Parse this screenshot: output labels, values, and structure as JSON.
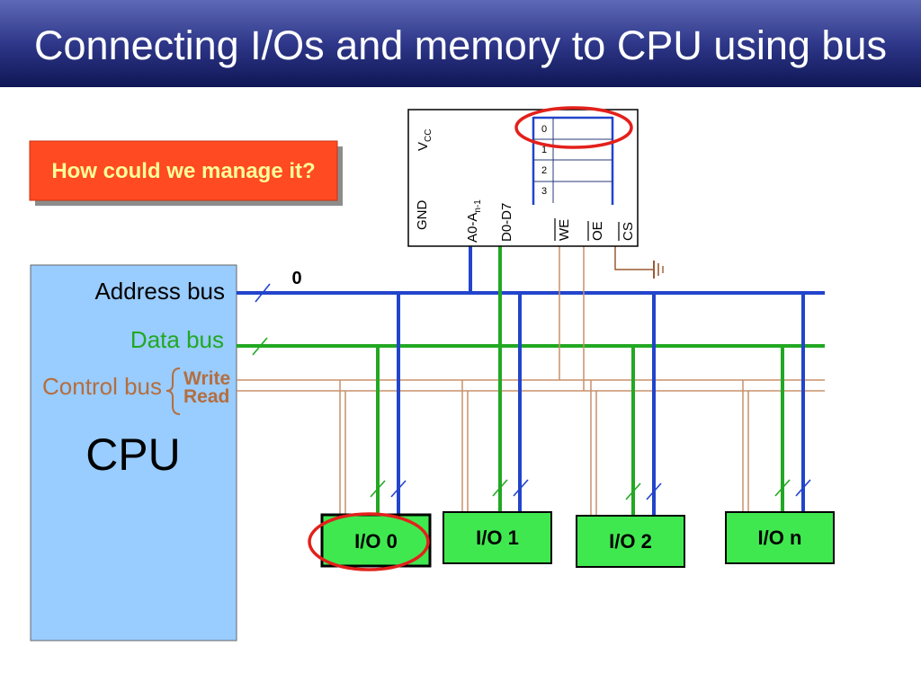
{
  "title": "Connecting I/Os and memory to CPU using bus",
  "question_box": {
    "text": "How could we manage it?"
  },
  "cpu": {
    "label": "CPU",
    "address_bus_label": "Address bus",
    "data_bus_label": "Data bus",
    "control_bus_label": "Control bus",
    "write_label": "Write",
    "read_label": "Read"
  },
  "bus_marker": "0",
  "memory": {
    "vcc": {
      "base": "V",
      "sub": "CC"
    },
    "gnd": "GND",
    "address_pins": {
      "base": "A0-A",
      "sub": "n-1"
    },
    "data_pins": "D0-D7",
    "we": "WE",
    "oe": "OE",
    "cs": "CS",
    "cells": [
      "0",
      "1",
      "2",
      "3"
    ]
  },
  "io_devices": [
    {
      "label": "I/O 0"
    },
    {
      "label": "I/O 1"
    },
    {
      "label": "I/O 2"
    },
    {
      "label": "I/O n"
    }
  ],
  "colors": {
    "address_bus": "#2244cc",
    "data_bus": "#22a822",
    "control_bus": "#c8906a",
    "control_text": "#b46e3e",
    "highlight": "#e3201b",
    "cpu_fill": "#99ccff",
    "io_fill": "#40e850",
    "question_fill": "#ff4a22",
    "question_text": "#ffff99"
  }
}
